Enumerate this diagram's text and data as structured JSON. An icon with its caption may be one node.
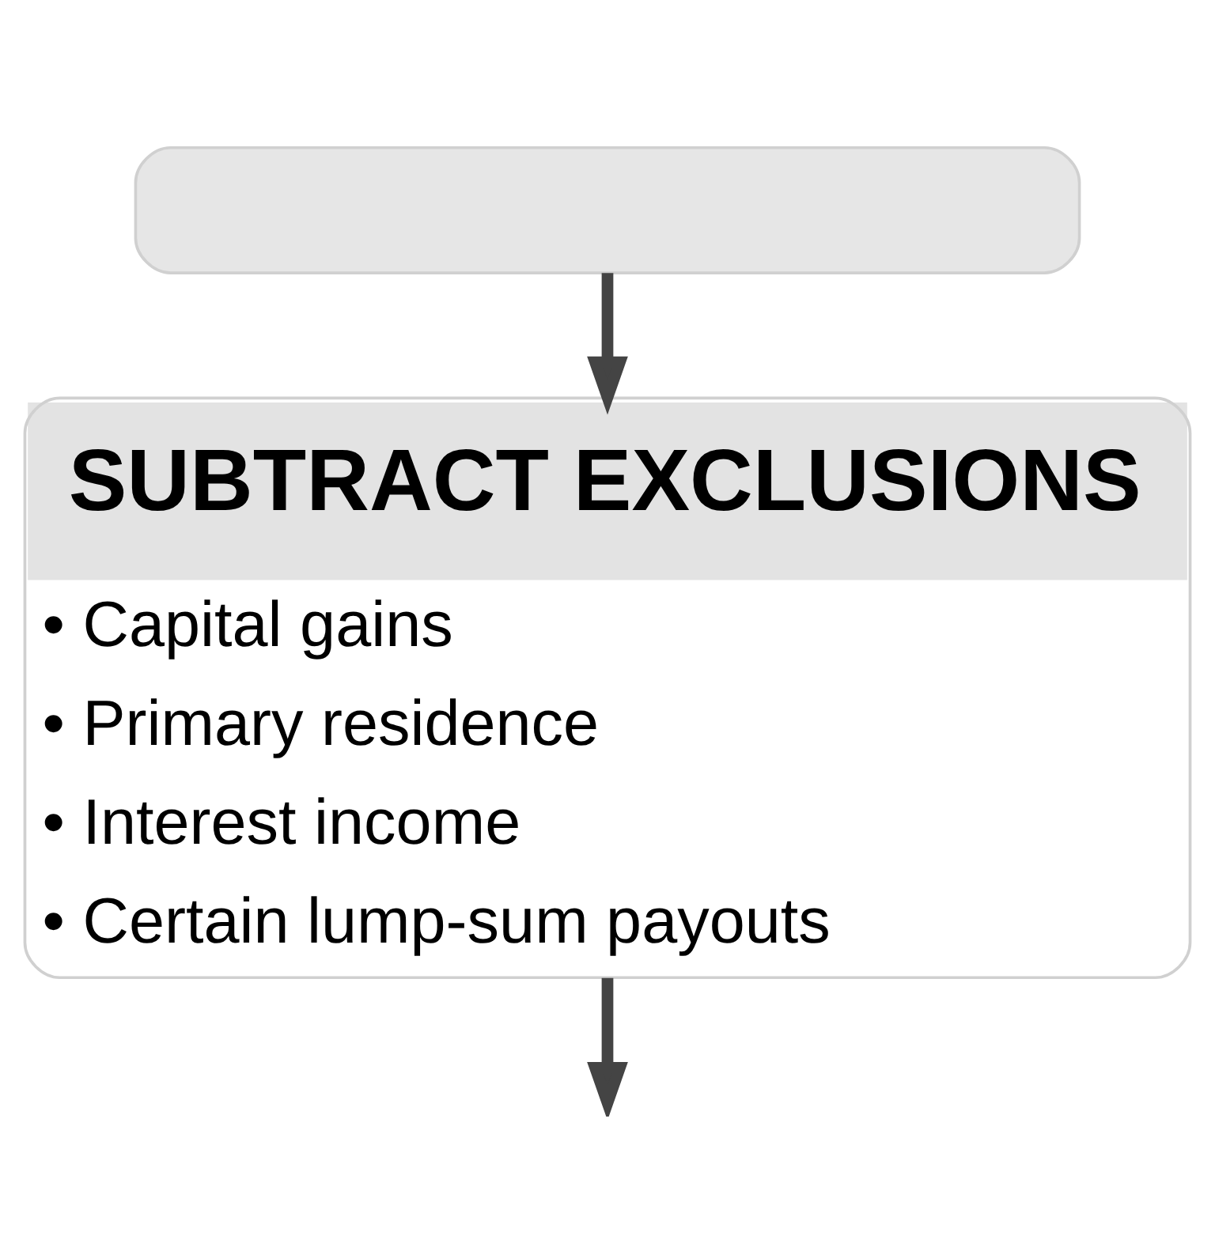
{
  "diagram": {
    "nodes": [
      {
        "text": [],
        "shape": "box"
      },
      {
        "text": [
          "SUBTRACT EXCLUSIONS",
          "• Capital gains",
          "• Primary residence",
          "• Interest income",
          "• Certain lump-sum payouts"
        ]
      }
    ],
    "edges": [
      {
        "from": 0,
        "to": 1,
        "arrow": "to"
      },
      {
        "from": 1,
        "to": null,
        "arrow": "to"
      }
    ]
  }
}
